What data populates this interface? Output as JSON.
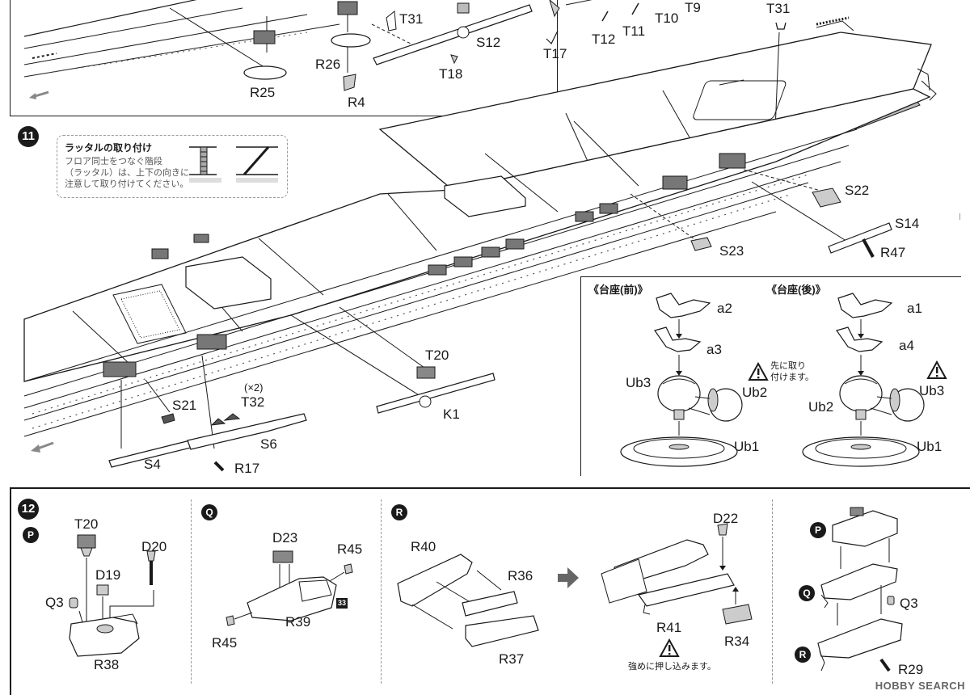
{
  "steps": {
    "s11": "11",
    "s12": "12"
  },
  "top_labels": [
    "R25",
    "R26",
    "R4",
    "T31",
    "S12",
    "T18",
    "T17",
    "T12",
    "T11",
    "T10",
    "T9",
    "T31"
  ],
  "step11_labels": {
    "s22": "S22",
    "s14": "S14",
    "r47": "R47",
    "s23": "S23",
    "t20": "T20",
    "k1": "K1",
    "s21": "S21",
    "t32": "T32",
    "x2": "(×2)",
    "s6": "S6",
    "s4": "S4",
    "r17": "R17"
  },
  "ladder_note": {
    "title": "ラッタルの取り付け",
    "line1": "フロア同士をつなぐ階段",
    "line2": "（ラッタル）は、上下の向きに",
    "line3": "注意して取り付けてください。"
  },
  "mount_front": {
    "title": "《台座(前)》",
    "a2": "a2",
    "a3": "a3",
    "ub3": "Ub3",
    "ub2": "Ub2",
    "ub1": "Ub1",
    "note1": "先に取り",
    "note2": "付けます。"
  },
  "mount_rear": {
    "title": "《台座(後)》",
    "a1": "a1",
    "a4": "a4",
    "ub2": "Ub2",
    "ub3": "Ub3",
    "ub1": "Ub1"
  },
  "step12": {
    "P": {
      "badge": "P",
      "t20": "T20",
      "d20": "D20",
      "d19": "D19",
      "q3": "Q3",
      "r38": "R38"
    },
    "Q": {
      "badge": "Q",
      "d23": "D23",
      "r45a": "R45",
      "r39": "R39",
      "r45b": "R45",
      "num": "33"
    },
    "R": {
      "badge": "R",
      "r40": "R40",
      "r36": "R36",
      "r37": "R37"
    },
    "R2": {
      "d22": "D22",
      "r41": "R41",
      "r34": "R34",
      "note": "強めに押し込みます。"
    },
    "assembly": {
      "p": "P",
      "q": "Q",
      "r": "R",
      "q3": "Q3",
      "r29": "R29"
    }
  },
  "watermark": "HOBBY SEARCH"
}
